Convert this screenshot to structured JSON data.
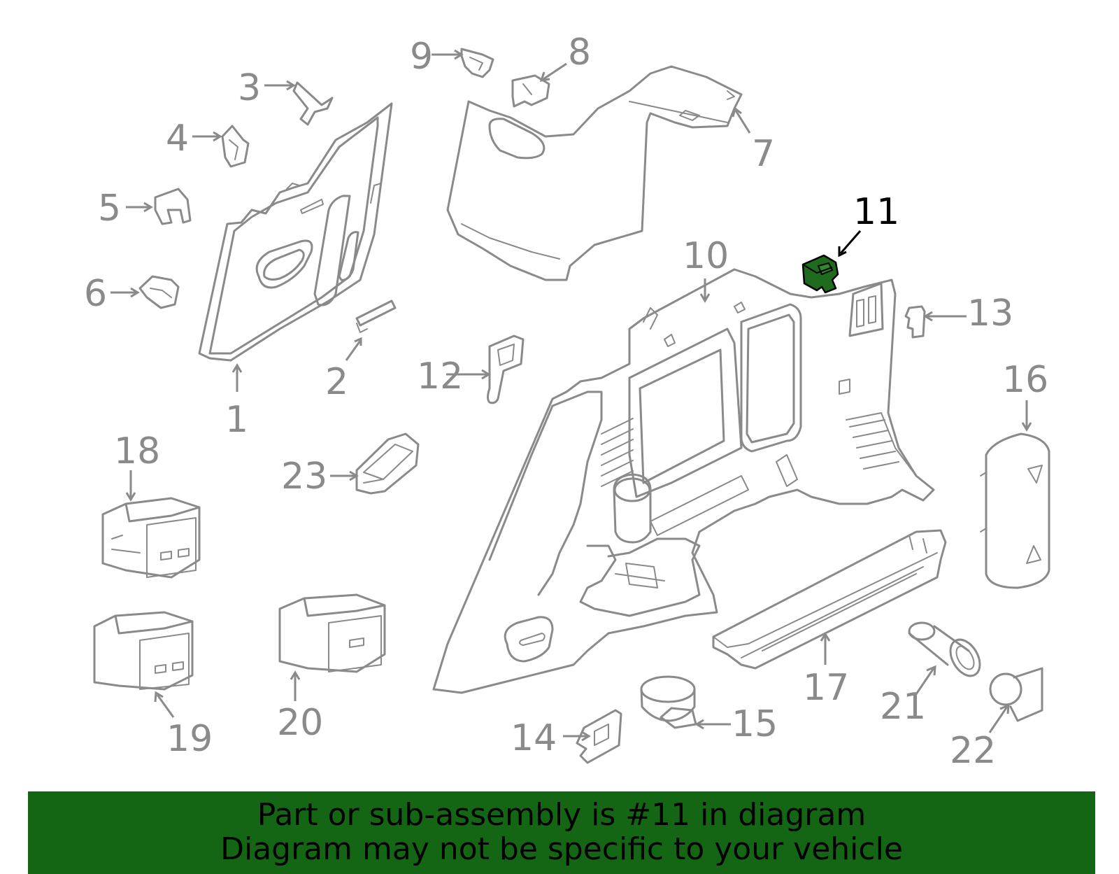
{
  "highlight_part": "11",
  "callouts": [
    {
      "id": "1",
      "label": "1"
    },
    {
      "id": "2",
      "label": "2"
    },
    {
      "id": "3",
      "label": "3"
    },
    {
      "id": "4",
      "label": "4"
    },
    {
      "id": "5",
      "label": "5"
    },
    {
      "id": "6",
      "label": "6"
    },
    {
      "id": "7",
      "label": "7"
    },
    {
      "id": "8",
      "label": "8"
    },
    {
      "id": "9",
      "label": "9"
    },
    {
      "id": "10",
      "label": "10"
    },
    {
      "id": "11",
      "label": "11"
    },
    {
      "id": "12",
      "label": "12"
    },
    {
      "id": "13",
      "label": "13"
    },
    {
      "id": "14",
      "label": "14"
    },
    {
      "id": "15",
      "label": "15"
    },
    {
      "id": "16",
      "label": "16"
    },
    {
      "id": "17",
      "label": "17"
    },
    {
      "id": "18",
      "label": "18"
    },
    {
      "id": "19",
      "label": "19"
    },
    {
      "id": "20",
      "label": "20"
    },
    {
      "id": "21",
      "label": "21"
    },
    {
      "id": "22",
      "label": "22"
    },
    {
      "id": "23",
      "label": "23"
    }
  ],
  "banner": {
    "line1": "Part or sub-assembly is #11 in diagram",
    "line2": "Diagram may not be specific to your vehicle"
  },
  "colors": {
    "banner_bg": "#146614",
    "highlight_fill": "#1e6b1e",
    "part_stroke": "#8a8a8a",
    "label_gray": "#8a8a8a",
    "label_highlight": "#000000"
  }
}
